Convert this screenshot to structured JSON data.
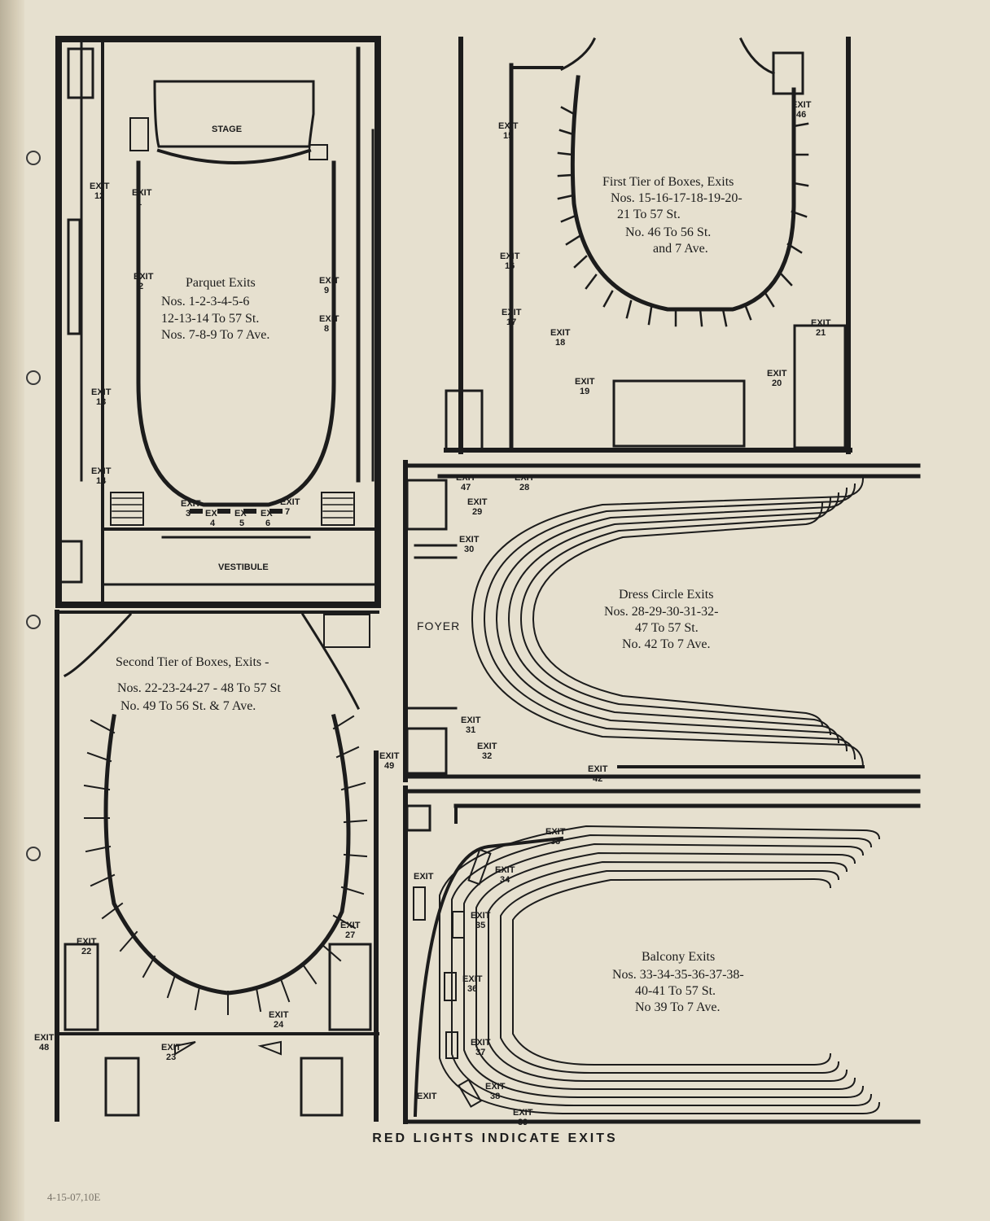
{
  "caption": "RED LIGHTS INDICATE EXITS",
  "pencil_note": "4-15-07,10E",
  "colors": {
    "ink": "#1c1c1c",
    "paper": "#e6e0cf"
  },
  "sections": {
    "parquet": {
      "title": "Parquet Exits",
      "lines": [
        "Nos. 1-2-3-4-5-6",
        "12-13-14 To 57 St.",
        "Nos. 7-8-9 To 7 Ave."
      ],
      "stage": "STAGE",
      "vestibule": "VESTIBULE"
    },
    "first_tier": {
      "title": "First Tier of Boxes, Exits",
      "lines": [
        "Nos. 15-16-17-18-19-20-",
        "21 To 57 St.",
        "No. 46 To 56 St.",
        "and 7 Ave."
      ]
    },
    "second_tier": {
      "title": "Second Tier of Boxes, Exits -",
      "lines": [
        "Nos. 22-23-24-27 - 48 To 57 St",
        "No. 49 To 56 St. & 7 Ave."
      ]
    },
    "dress_circle": {
      "title": "Dress Circle Exits",
      "lines": [
        "Nos. 28-29-30-31-32-",
        "47 To 57 St.",
        "No. 42 To 7 Ave."
      ],
      "foyer": "FOYER"
    },
    "balcony": {
      "title": "Balcony Exits",
      "lines": [
        "Nos. 33-34-35-36-37-38-",
        "40-41 To 57 St.",
        "No 39 To 7 Ave."
      ]
    }
  },
  "exits": [
    {
      "word": "EXIT",
      "num": "1"
    },
    {
      "word": "EXIT",
      "num": "2"
    },
    {
      "word": "EXIT",
      "num": "3"
    },
    {
      "word": "EX",
      "num": "4"
    },
    {
      "word": "EX",
      "num": "5"
    },
    {
      "word": "EX",
      "num": "6"
    },
    {
      "word": "EXIT",
      "num": "7"
    },
    {
      "word": "EXIT",
      "num": "8"
    },
    {
      "word": "EXIT",
      "num": "9"
    },
    {
      "word": "EXIT",
      "num": "12"
    },
    {
      "word": "EXIT",
      "num": "13"
    },
    {
      "word": "EXIT",
      "num": "14"
    },
    {
      "word": "EXIT",
      "num": "15"
    },
    {
      "word": "EXIT",
      "num": "16"
    },
    {
      "word": "EXIT",
      "num": "17"
    },
    {
      "word": "EXIT",
      "num": "18"
    },
    {
      "word": "EXIT",
      "num": "19"
    },
    {
      "word": "EXIT",
      "num": "20"
    },
    {
      "word": "EXIT",
      "num": "21"
    },
    {
      "word": "EXIT",
      "num": "46"
    },
    {
      "word": "EXIT",
      "num": "22"
    },
    {
      "word": "EXIT",
      "num": "23"
    },
    {
      "word": "EXIT",
      "num": "24"
    },
    {
      "word": "EXIT",
      "num": "27"
    },
    {
      "word": "EXIT",
      "num": "48"
    },
    {
      "word": "EXIT",
      "num": "49"
    },
    {
      "word": "EXIT",
      "num": "47"
    },
    {
      "word": "EXIT",
      "num": "28"
    },
    {
      "word": "EXIT",
      "num": "29"
    },
    {
      "word": "EXIT",
      "num": "30"
    },
    {
      "word": "EXIT",
      "num": "31"
    },
    {
      "word": "EXIT",
      "num": "32"
    },
    {
      "word": "EXIT",
      "num": "42"
    },
    {
      "word": "EXIT",
      "num": "33"
    },
    {
      "word": "EXIT",
      "num": "34"
    },
    {
      "word": "EXIT",
      "num": "35"
    },
    {
      "word": "EXIT",
      "num": "36"
    },
    {
      "word": "EXIT",
      "num": "37"
    },
    {
      "word": "EXIT",
      "num": "38"
    },
    {
      "word": "EXIT",
      "num": "39"
    },
    {
      "word": "EXIT",
      "num": ""
    },
    {
      "word": "EXIT",
      "num": ""
    }
  ]
}
